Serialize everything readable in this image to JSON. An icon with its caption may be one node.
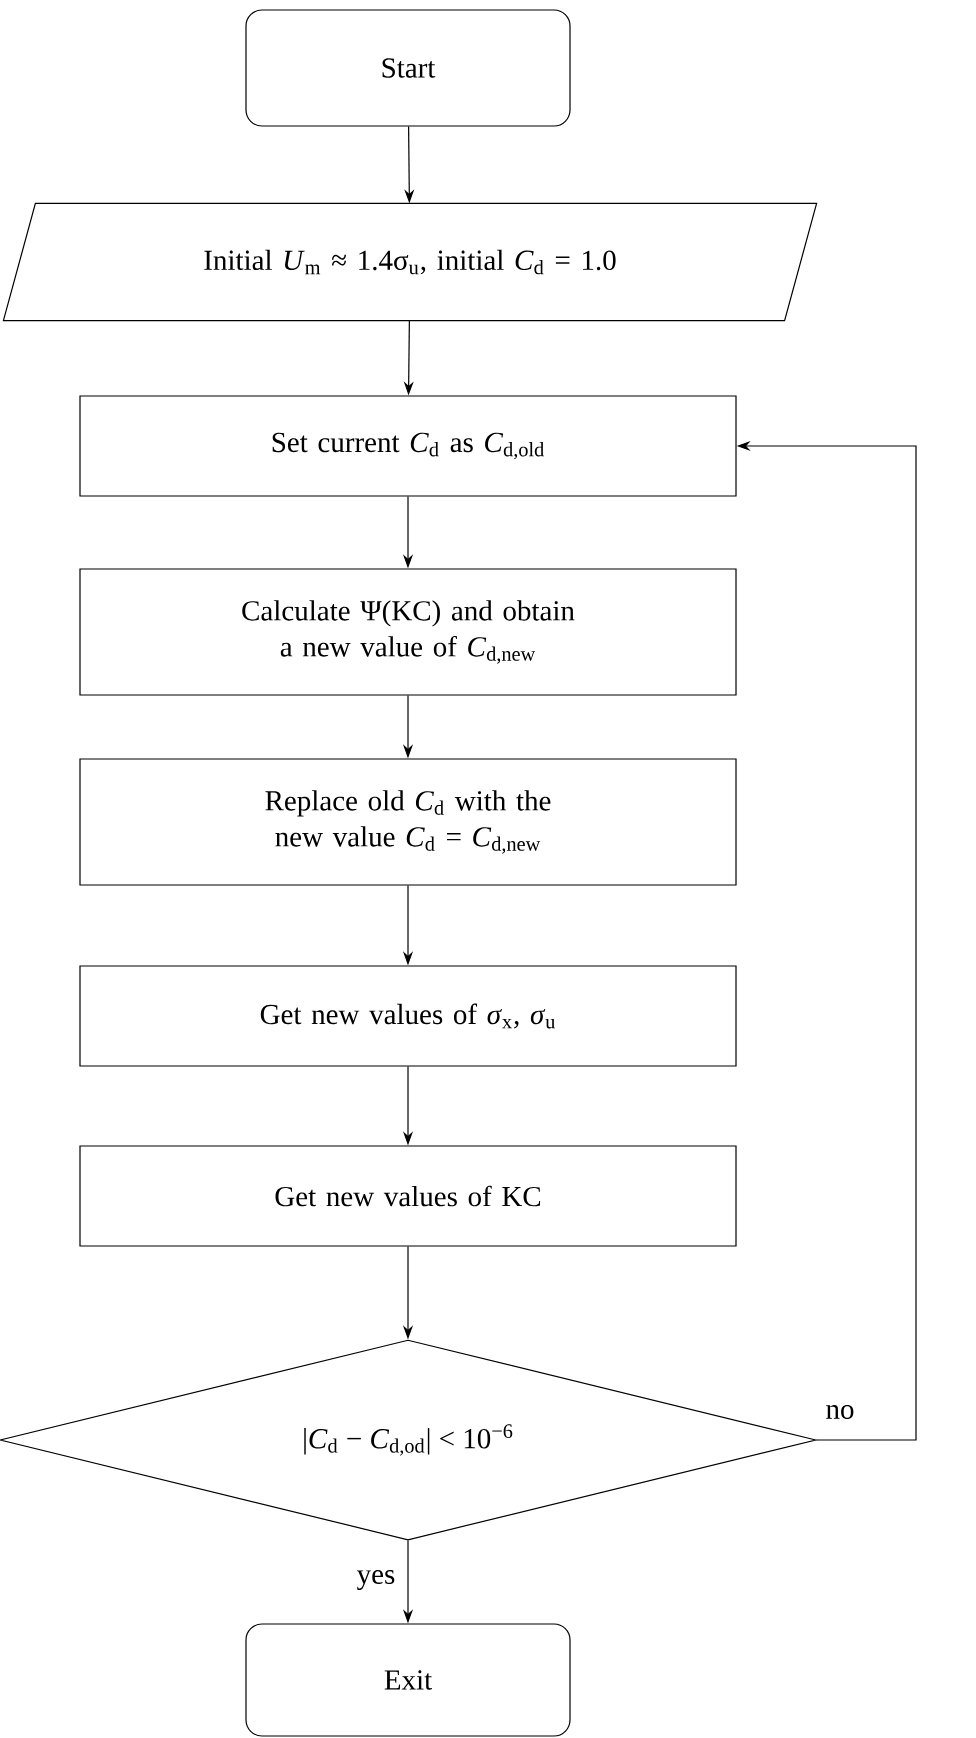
{
  "diagram": {
    "nodes": [
      {
        "text": [
          "Start"
        ]
      },
      {
        "text": [
          "Initial *U*$_{m}$ ≈ 1.4σ$_{u}$, initial *C*$_{d}$ = 1.0"
        ]
      },
      {
        "text": [
          "Set current *C*$_{d}$ as *C*$_{d,old}$"
        ]
      },
      {
        "text": [
          "Calculate Ψ(KC) and obtain a new value of *C*$_{d,new}$"
        ]
      },
      {
        "text": [
          "Replace old *C*$_{d}$ with the new value *C*$_{d}$ = *C*$_{d,new}$"
        ]
      },
      {
        "text": [
          "Get new values of *σ*$_{x}$, *σ*$_{u}$"
        ]
      },
      {
        "text": [
          "Get new values of KC"
        ]
      },
      {
        "text": [
          "|*C*$_{d}$ − *C*$_{d,od}$| < 10$^{−6}$"
        ]
      },
      {
        "text": [
          "Exit"
        ]
      }
    ],
    "edges": [
      {
        "from": 0,
        "to": 1,
        "arrow": "to"
      },
      {
        "from": 1,
        "to": 2,
        "arrow": "to"
      },
      {
        "from": 2,
        "to": 3,
        "arrow": "to"
      },
      {
        "from": 3,
        "to": 4,
        "arrow": "to"
      },
      {
        "from": 4,
        "to": 5,
        "arrow": "to"
      },
      {
        "from": 5,
        "to": 6,
        "arrow": "to"
      },
      {
        "from": 6,
        "to": 7,
        "arrow": "to"
      },
      {
        "from": 7,
        "to": 8,
        "arrow": "to",
        "label": "yes"
      },
      {
        "from": 7,
        "to": 2,
        "arrow": "to",
        "label": "no"
      }
    ]
  }
}
